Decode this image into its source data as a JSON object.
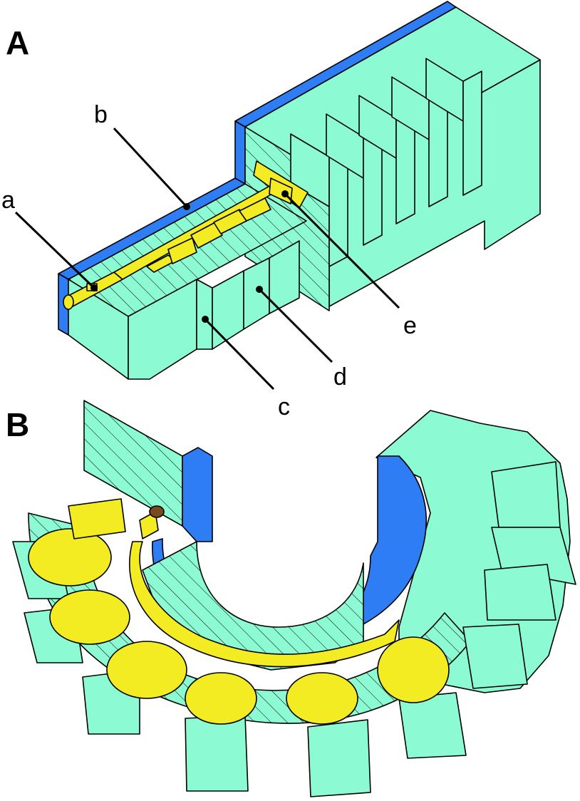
{
  "panels": [
    {
      "label": "A",
      "callouts": [
        {
          "id": "a",
          "text": "a"
        },
        {
          "id": "b",
          "text": "b"
        },
        {
          "id": "c",
          "text": "c"
        },
        {
          "id": "d",
          "text": "d"
        },
        {
          "id": "e",
          "text": "e"
        }
      ]
    },
    {
      "label": "B"
    }
  ],
  "colors": {
    "mold": "#8cfad2",
    "insulation": "#2f7df4",
    "metal": "#f4ec22",
    "plug": "#7a4a1e",
    "outline": "#000000"
  }
}
